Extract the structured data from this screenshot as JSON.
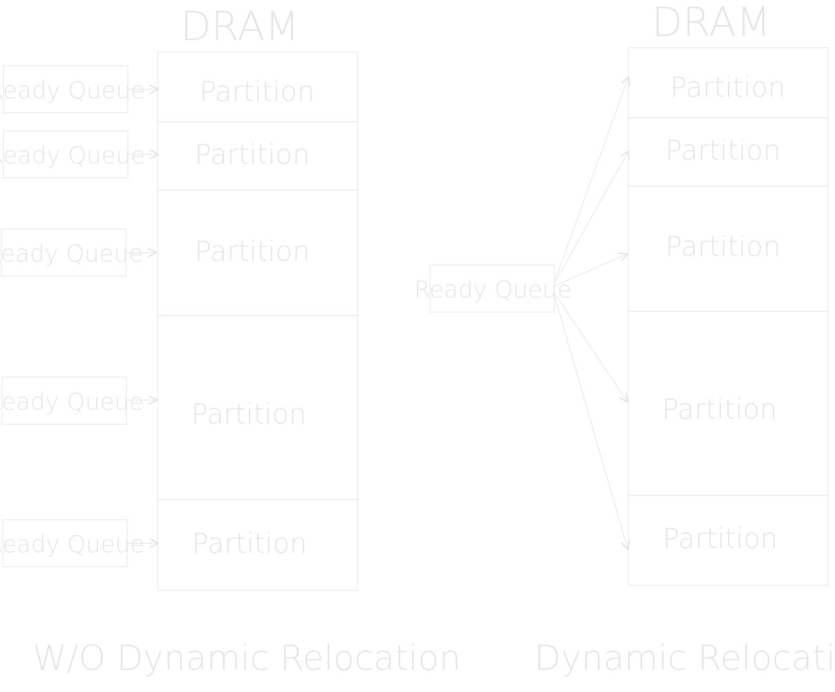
{
  "colors": {
    "background": "#ffffff",
    "stroke": "#ececec",
    "text": "#e6e6e6"
  },
  "left": {
    "dram_title": "DRAM",
    "queues": [
      "Ready Queue",
      "Ready Queue",
      "Ready Queue",
      "Ready Queue",
      "Ready Queue"
    ],
    "partitions": [
      "Partition",
      "Partition",
      "Partition",
      "Partition",
      "Partition"
    ],
    "caption": "W/O   Dynamic  Relocation"
  },
  "right": {
    "dram_title": "DRAM",
    "queue": "Ready Queue",
    "partitions": [
      "Partition",
      "Partition",
      "Partition",
      "Partition",
      "Partition"
    ],
    "caption": "Dynamic  Relocation"
  }
}
